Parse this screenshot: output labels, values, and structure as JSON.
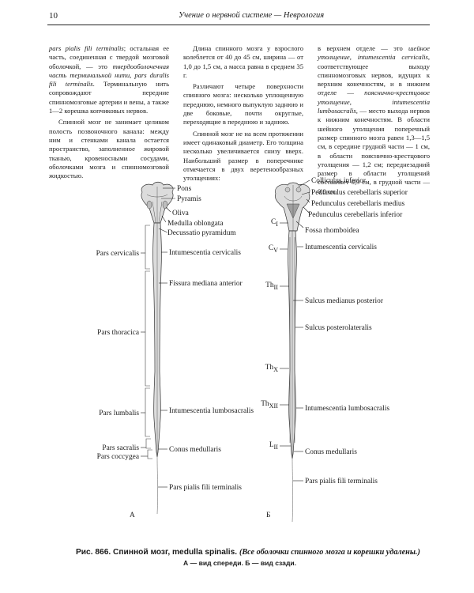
{
  "header": {
    "page_number": "10",
    "running_title": "Учение о нервной системе — Неврология"
  },
  "column1": {
    "p1_a": "pars pialis fili terminalis",
    "p1_b": "; остальная ее часть, соединенная с твердой мозговой оболочкой, — это ",
    "p1_c": "твердооболочечная часть терминальной нити, pars duralis fili terminalis",
    "p1_d": ". Терминальную нить сопровождают передние спинномозговые артерии и вены, а также 1—2 корешка копчиковых нервов.",
    "p2": "Спинной мозг не занимает целиком полость позвоночного канала: между ним и стенками канала остается пространство, заполненное жировой тканью, кровеносными сосудами, оболочками мозга и спинномозговой жидкостью."
  },
  "column2": {
    "p1": "Длина спинного мозга у взрослого колеблется от 40 до 45 см, ширина — от 1,0 до 1,5 см, а масса равна в среднем 35 г.",
    "p2": "Различают четыре поверхности спинного мозга: несколько уплощенную переднюю, немного выпуклую заднюю и две боковые, почти округлые, переходящие в переднюю и заднюю.",
    "p3": "Спинной мозг не на всем протяжении имеет одинаковый диаметр. Его толщина несколько увеличивается снизу вверх. Наибольший размер в поперечнике отмечается в двух веретенообразных утолщениях:"
  },
  "column3": {
    "a": "в верхнем отделе — это ",
    "b": "шейное утолщение, intumescentia cervicalis",
    "c": ", соответствующее выходу спинномозговых нервов, идущих к верхним конечностям, и в нижнем отделе — ",
    "d": "пояснично-крестцовое утолщение, intumescentia lumbosacralis",
    "e": ", — место выхода нервов к нижним конечностям. В области шейного утолщения поперечный размер спинного мозга равен 1,3—1,5 см, в середине грудной части — 1 см, в области пояснично-крестцового утолщения — 1,2 см; переднезадний размер в области утолщений составляет 0,9 см, в грудной части — 0,8 см."
  },
  "figure_a": {
    "letter": "А",
    "right_labels": [
      "Pons",
      "Pyramis",
      "Oliva",
      "Medulla oblongata",
      "Decussatio pyramidum",
      "Intumescentia cervicalis",
      "Fissura mediana anterior",
      "Intumescentia lumbosacralis",
      "Conus medullaris",
      "Pars pialis fili terminalis"
    ],
    "left_labels": [
      "Pars cervicalis",
      "Pars thoracica",
      "Pars lumbalis",
      "Pars sacralis",
      "Pars coccygea"
    ]
  },
  "figure_b": {
    "letter": "Б",
    "right_labels": [
      "Colliculus inferior",
      "Pedunculus cerebellaris superior",
      "Pedunculus cerebellaris medius",
      "Pedunculus cerebellaris inferior",
      "Fossa rhomboidea",
      "Intumescentia cervicalis",
      "Sulcus medianus posterior",
      "Sulcus posterolateralis",
      "Intumescentia lumbosacralis",
      "Conus medullaris",
      "Pars pialis fili terminalis"
    ],
    "segments": [
      {
        "main": "C",
        "sub": "I"
      },
      {
        "main": "C",
        "sub": "V"
      },
      {
        "main": "Th",
        "sub": "II"
      },
      {
        "main": "Th",
        "sub": "X"
      },
      {
        "main": "Th",
        "sub": "XII"
      },
      {
        "main": "L",
        "sub": "II"
      }
    ]
  },
  "caption": {
    "prefix": "Рис. 866. Спинной мозг, medulla spinalis. ",
    "italic": "(Все оболочки спинного мозга и корешки удалены.)",
    "line2": "А — вид спереди. Б — вид сзади."
  }
}
